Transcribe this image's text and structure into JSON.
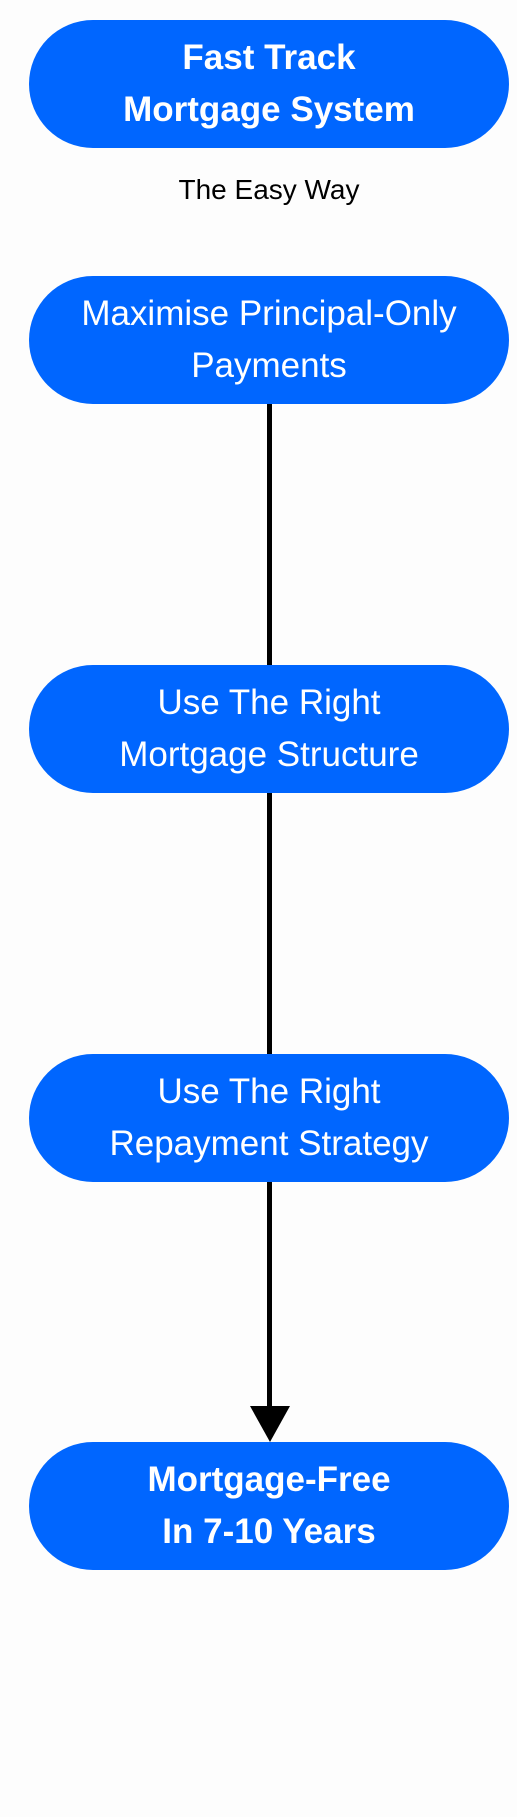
{
  "colors": {
    "node_fill": "#0066ff",
    "node_text": "#ffffff",
    "connector": "#000000",
    "background": "#fdfdfd"
  },
  "nodes": [
    {
      "lines": [
        "Fast Track",
        "Mortgage System"
      ]
    },
    {
      "lines": [
        "Maximise Principal-Only",
        "Payments"
      ]
    },
    {
      "lines": [
        "Use The Right",
        "Mortgage Structure"
      ]
    },
    {
      "lines": [
        "Use The Right",
        "Repayment Strategy"
      ]
    },
    {
      "lines": [
        "Mortgage-Free",
        "In 7-10 Years"
      ]
    }
  ],
  "subtitle": "The Easy Way"
}
